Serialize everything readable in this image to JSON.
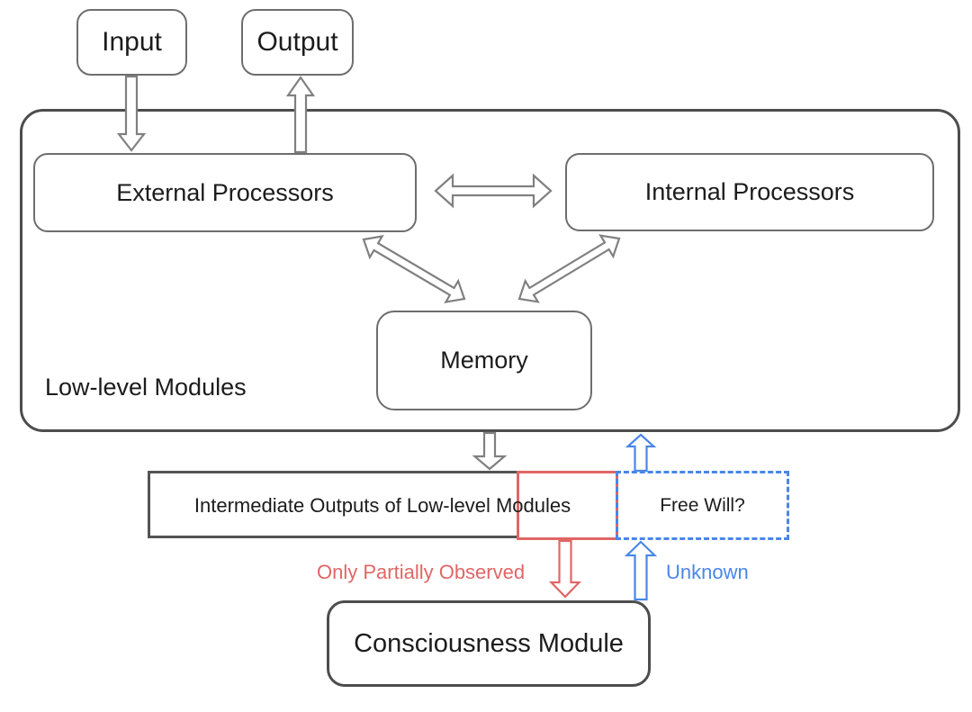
{
  "diagram": {
    "nodes": {
      "input": {
        "label": "Input"
      },
      "output": {
        "label": "Output"
      },
      "external_processors": {
        "label": "External Processors"
      },
      "internal_processors": {
        "label": "Internal Processors"
      },
      "memory": {
        "label": "Memory"
      },
      "low_level_container": {
        "label": "Low-level Modules"
      },
      "intermediate_outputs": {
        "label": "Intermediate Outputs of Low-level Modules"
      },
      "free_will": {
        "label": "Free Will?"
      },
      "consciousness": {
        "label": "Consciousness Module"
      }
    },
    "annotations": {
      "only_partially_observed": "Only Partially Observed",
      "unknown": "Unknown"
    },
    "colors": {
      "red_accent": "#e06666",
      "blue_accent": "#4a86e8",
      "arrow_gray": "#808080",
      "box_border": "#6e6e6e",
      "strong_border": "#4d4d4d"
    }
  }
}
